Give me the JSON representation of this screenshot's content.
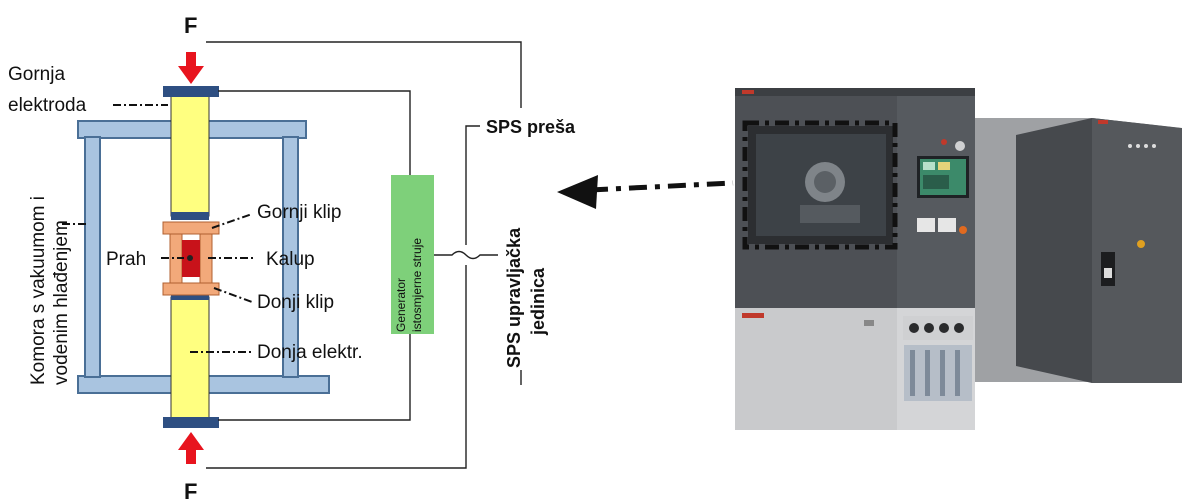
{
  "labels": {
    "force_top": "F",
    "force_bottom": "F",
    "gornja_line1": "Gornja",
    "gornja_line2": "elektroda",
    "chamber_line1": "Komora s vakuumom i",
    "chamber_line2": "vodenim hlađenjem",
    "gornji_klip": "Gornji klip",
    "prah": "Prah",
    "kalup": "Kalup",
    "donji_klip": "Donji klip",
    "donja_elektr": "Donja elektr.",
    "generator_line1": "Generator",
    "generator_line2": "istosmjerne struje",
    "sps_presa": "SPS preša",
    "sps_unit_line1": "SPS upravljačka",
    "sps_unit_line2": "jedinica"
  },
  "colors": {
    "frame": "#a9c4e0",
    "frame_stroke": "#4a6f96",
    "electrode": "#ffff80",
    "electrode_cap": "#2e4f82",
    "force_arrow": "#e8141e",
    "generator": "#7ed07a",
    "mold": "#f2a97a",
    "powder": "#c8121a",
    "cabinet_dark": "#4a4d52",
    "cabinet_light": "#c9cacc"
  },
  "icons": {
    "arrow": "dash-dot-arrow-left",
    "machine": "sps-machine-photo"
  }
}
